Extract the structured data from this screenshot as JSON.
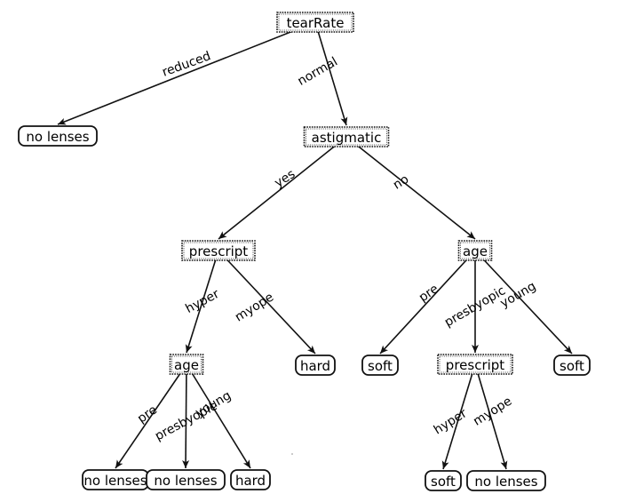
{
  "title": "Decision tree: contact lens prescription",
  "nodes": {
    "root": {
      "label": "tearRate",
      "type": "decision"
    },
    "n_nolenses_1": {
      "label": "no lenses",
      "type": "leaf"
    },
    "n_astig": {
      "label": "astigmatic",
      "type": "decision"
    },
    "n_prescript_1": {
      "label": "prescript",
      "type": "decision"
    },
    "n_age_1": {
      "label": "age",
      "type": "decision"
    },
    "n_age_2": {
      "label": "age",
      "type": "decision"
    },
    "n_hard_1": {
      "label": "hard",
      "type": "leaf"
    },
    "n_soft_1": {
      "label": "soft",
      "type": "leaf"
    },
    "n_prescript_2": {
      "label": "prescript",
      "type": "decision"
    },
    "n_soft_2": {
      "label": "soft",
      "type": "leaf"
    },
    "n_nolenses_2": {
      "label": "no lenses",
      "type": "leaf"
    },
    "n_nolenses_3": {
      "label": "no lenses",
      "type": "leaf"
    },
    "n_hard_2": {
      "label": "hard",
      "type": "leaf"
    },
    "n_soft_3": {
      "label": "soft",
      "type": "leaf"
    },
    "n_nolenses_4": {
      "label": "no lenses",
      "type": "leaf"
    }
  },
  "edges": [
    {
      "from": "root",
      "to": "n_nolenses_1",
      "label": "reduced"
    },
    {
      "from": "root",
      "to": "n_astig",
      "label": "normal"
    },
    {
      "from": "n_astig",
      "to": "n_prescript_1",
      "label": "yes"
    },
    {
      "from": "n_astig",
      "to": "n_age_1",
      "label": "no"
    },
    {
      "from": "n_prescript_1",
      "to": "n_age_2",
      "label": "hyper"
    },
    {
      "from": "n_prescript_1",
      "to": "n_hard_1",
      "label": "myope"
    },
    {
      "from": "n_age_1",
      "to": "n_soft_1",
      "label": "pre"
    },
    {
      "from": "n_age_1",
      "to": "n_prescript_2",
      "label": "presbyopic"
    },
    {
      "from": "n_age_1",
      "to": "n_soft_2",
      "label": "young"
    },
    {
      "from": "n_age_2",
      "to": "n_nolenses_2",
      "label": "pre"
    },
    {
      "from": "n_age_2",
      "to": "n_nolenses_3",
      "label": "presbyopic"
    },
    {
      "from": "n_age_2",
      "to": "n_hard_2",
      "label": "young"
    },
    {
      "from": "n_prescript_2",
      "to": "n_soft_3",
      "label": "hyper"
    },
    {
      "from": "n_prescript_2",
      "to": "n_nolenses_4",
      "label": "myope"
    }
  ]
}
